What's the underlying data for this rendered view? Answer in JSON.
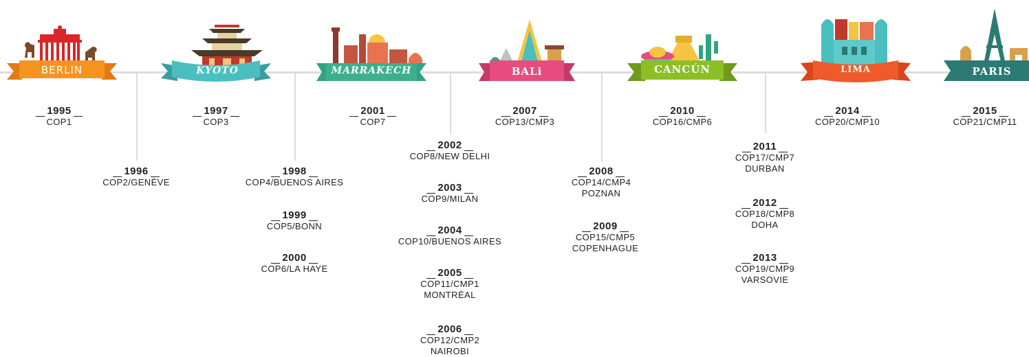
{
  "colors": {
    "berlin": "#f7941e",
    "kyoto": "#4bbfbf",
    "marrakech": "#31a383",
    "bali": "#e84b80",
    "cancun": "#8cbf26",
    "lima": "#ef5a2a",
    "paris": "#2b7a73",
    "line": "#dcdcdc"
  },
  "cities": [
    {
      "name": "BERLIN"
    },
    {
      "name": "KYOTO"
    },
    {
      "name": "MARRAKECH"
    },
    {
      "name": "BALi"
    },
    {
      "name": "CANCÚN"
    },
    {
      "name": "LIMA"
    },
    {
      "name": "PARIS"
    }
  ],
  "events": [
    {
      "year": "1995",
      "lines": [
        "COP1"
      ]
    },
    {
      "year": "1996",
      "lines": [
        "COP2/GENÈVE"
      ]
    },
    {
      "year": "1997",
      "lines": [
        "COP3"
      ]
    },
    {
      "year": "1998",
      "lines": [
        "COP4/BUENOS AIRES"
      ]
    },
    {
      "year": "1999",
      "lines": [
        "COP5/BONN"
      ]
    },
    {
      "year": "2000",
      "lines": [
        "COP6/LA HAYE"
      ]
    },
    {
      "year": "2001",
      "lines": [
        "COP7"
      ]
    },
    {
      "year": "2002",
      "lines": [
        "COP8/NEW DELHI"
      ]
    },
    {
      "year": "2003",
      "lines": [
        "COP9/MILAN"
      ]
    },
    {
      "year": "2004",
      "lines": [
        "COP10/BUENOS AIRES"
      ]
    },
    {
      "year": "2005",
      "lines": [
        "COP11/CMP1",
        "MONTRÉAL"
      ]
    },
    {
      "year": "2006",
      "lines": [
        "COP12/CMP2",
        "NAIROBI"
      ]
    },
    {
      "year": "2007",
      "lines": [
        "COP13/CMP3"
      ]
    },
    {
      "year": "2008",
      "lines": [
        "COP14/CMP4",
        "POZNAN"
      ]
    },
    {
      "year": "2009",
      "lines": [
        "COP15/CMP5",
        "COPENHAGUE"
      ]
    },
    {
      "year": "2010",
      "lines": [
        "COP16/CMP6"
      ]
    },
    {
      "year": "2011",
      "lines": [
        "COP17/CMP7",
        "DURBAN"
      ]
    },
    {
      "year": "2012",
      "lines": [
        "COP18/CMP8",
        "DOHA"
      ]
    },
    {
      "year": "2013",
      "lines": [
        "COP19/CMP9",
        "VARSOVIE"
      ]
    },
    {
      "year": "2014",
      "lines": [
        "COP20/CMP10"
      ]
    },
    {
      "year": "2015",
      "lines": [
        "COP21/CMP11"
      ]
    }
  ]
}
